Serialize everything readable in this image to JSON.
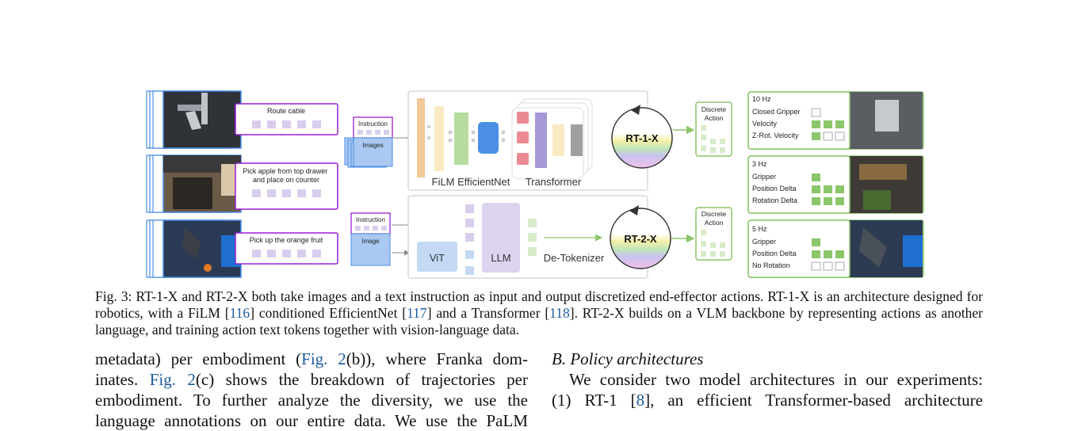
{
  "figure": {
    "instructions": [
      "Route cable",
      "Pick apple from top drawer and place on counter",
      "Pick up the orange fruit"
    ],
    "input_instruction_label": "Instruction",
    "input_images_label": "Images",
    "input_image_label": "Image",
    "rt1_labels": {
      "film": "FiLM EfficientNet",
      "transformer": "Transformer",
      "model": "RT-1-X"
    },
    "rt2_labels": {
      "vit": "ViT",
      "llm": "LLM",
      "detok": "De-Tokenizer",
      "model": "RT-2-X"
    },
    "discrete_action_label": "Discrete Action",
    "action_panels": [
      {
        "freq": "10 Hz",
        "rows": [
          "Closed Gripper",
          "Velocity",
          "Z-Rot. Velocity"
        ]
      },
      {
        "freq": "3 Hz",
        "rows": [
          "Gripper",
          "Position Delta",
          "Rotation Delta"
        ]
      },
      {
        "freq": "5 Hz",
        "rows": [
          "Gripper",
          "Position Delta",
          "No Rotation"
        ]
      }
    ],
    "colors": {
      "purple": "#9a1fd6",
      "blue": "#4a8ee6",
      "green": "#8cc66a",
      "lavender": "#cdbfe6"
    }
  },
  "caption": {
    "label": "Fig. 3:",
    "t1": "RT-1-X and RT-2-X both take images and a text instruction as input and output discretized end-effector actions. RT-1-X is an architecture designed for robotics, with a FiLM [",
    "c1": "116",
    "t2": "] conditioned EfficientNet [",
    "c2": "117",
    "t3": "] and a Transformer [",
    "c3": "118",
    "t4": "]. RT-2-X builds on a VLM backbone by representing actions as another language, and training action text tokens together with vision-language data."
  },
  "left_col": {
    "l1a": "metadata) per embodiment (",
    "l1ref": "Fig. 2",
    "l1b": "(b)), where Franka dom-",
    "l2a": "inates. ",
    "l2ref": "Fig. 2",
    "l2b": "(c) shows the breakdown of trajectories per",
    "l3": "embodiment. To further analyze the diversity, we use the",
    "l4": "language annotations on our entire data. We use the PaLM"
  },
  "right_col": {
    "section": "B. Policy architectures",
    "r1": "We consider two model architectures in our experiments:",
    "r2a": "(1) RT-1 [",
    "r2ref": "8",
    "r2b": "], an efficient Transformer-based architecture"
  }
}
